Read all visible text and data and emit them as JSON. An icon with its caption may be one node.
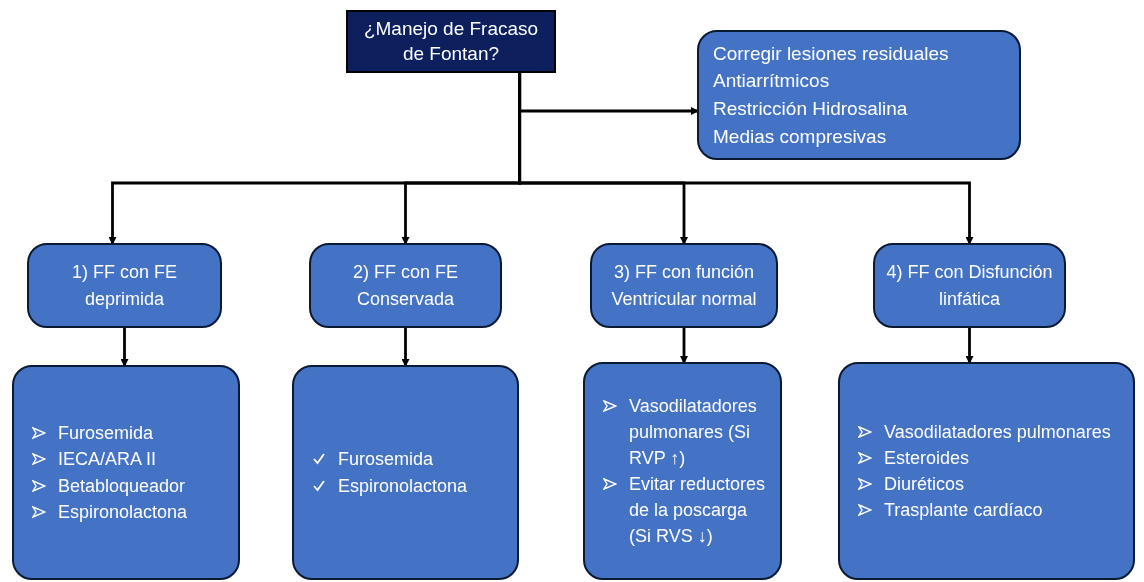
{
  "diagram": {
    "nodes": [
      {
        "text": [
          "¿Manejo de Fracaso de Fontan?"
        ]
      },
      {
        "text": [
          "Corregir lesiones residuales",
          "Antiarrítmicos",
          "Restricción Hidrosalina",
          "Medias compresivas"
        ]
      },
      {
        "text": [
          "1) FF con FE deprimida"
        ]
      },
      {
        "text": [
          "2) FF con FE Conservada"
        ]
      },
      {
        "text": [
          "3) FF con función Ventricular normal"
        ]
      },
      {
        "text": [
          "4) FF con Disfunción linfática"
        ]
      },
      {
        "text": [
          "Furosemida",
          "IECA/ARA II",
          "Betabloqueador",
          "Espironolactona"
        ]
      },
      {
        "text": [
          "Furosemida",
          "Espironolactona"
        ]
      },
      {
        "text": [
          "Vasodilatadores pulmonares (Si RVP ↑)",
          "Evitar reductores de la poscarga (Si RVS ↓)"
        ]
      },
      {
        "text": [
          "Vasodilatadores pulmonares",
          "Esteroides",
          "Diuréticos",
          "Trasplante cardíaco"
        ]
      }
    ],
    "edges": [
      {
        "from": 0,
        "to": 1,
        "arrow": "to"
      },
      {
        "from": 0,
        "to": 2,
        "arrow": "to"
      },
      {
        "from": 0,
        "to": 3,
        "arrow": "to"
      },
      {
        "from": 0,
        "to": 4,
        "arrow": "to"
      },
      {
        "from": 0,
        "to": 5,
        "arrow": "to"
      },
      {
        "from": 2,
        "to": 6,
        "arrow": "to"
      },
      {
        "from": 3,
        "to": 7,
        "arrow": "to"
      },
      {
        "from": 4,
        "to": 8,
        "arrow": "to"
      },
      {
        "from": 5,
        "to": 9,
        "arrow": "to"
      }
    ]
  }
}
